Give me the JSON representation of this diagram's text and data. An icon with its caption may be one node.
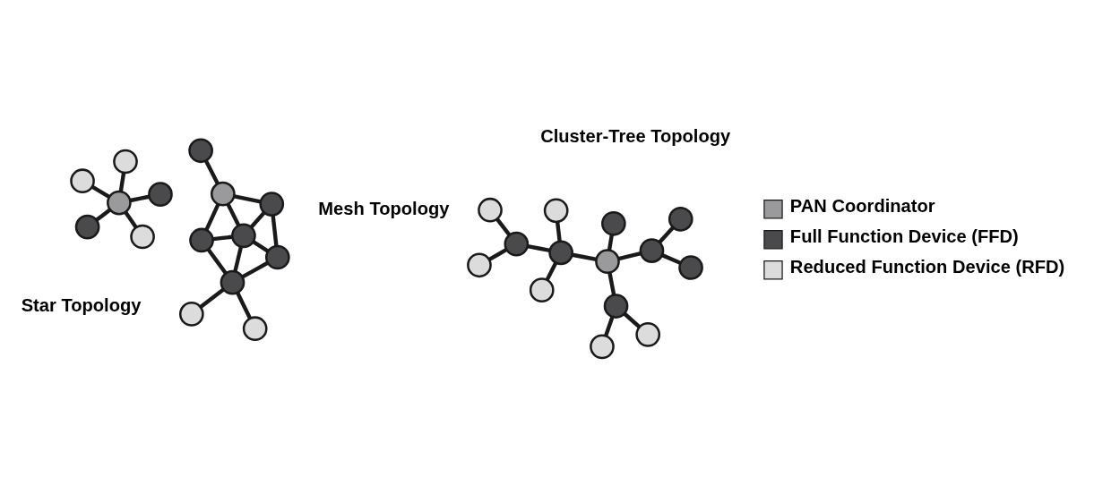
{
  "diagram": {
    "nodes": [
      {
        "text": [],
        "shape": "circle"
      },
      {
        "text": [],
        "shape": "circle"
      },
      {
        "text": [],
        "shape": "circle"
      },
      {
        "text": [],
        "shape": "circle"
      },
      {
        "text": [],
        "shape": "circle"
      },
      {
        "text": [],
        "shape": "circle"
      },
      {
        "text": [],
        "shape": "circle"
      },
      {
        "text": [],
        "shape": "circle"
      },
      {
        "text": [],
        "shape": "circle"
      },
      {
        "text": [],
        "shape": "circle"
      },
      {
        "text": [],
        "shape": "circle"
      },
      {
        "text": [],
        "shape": "circle"
      },
      {
        "text": [],
        "shape": "circle"
      },
      {
        "text": [],
        "shape": "circle"
      },
      {
        "text": [],
        "shape": "circle"
      },
      {
        "text": [],
        "shape": "circle"
      },
      {
        "text": [],
        "shape": "circle"
      },
      {
        "text": [],
        "shape": "circle"
      },
      {
        "text": [],
        "shape": "circle"
      },
      {
        "text": [],
        "shape": "circle"
      },
      {
        "text": [],
        "shape": "circle"
      },
      {
        "text": [],
        "shape": "circle"
      },
      {
        "text": [],
        "shape": "circle"
      },
      {
        "text": [],
        "shape": "circle"
      },
      {
        "text": [],
        "shape": "circle"
      },
      {
        "text": [],
        "shape": "circle"
      },
      {
        "text": [],
        "shape": "circle"
      },
      {
        "text": [],
        "shape": "circle"
      },
      {
        "text": [],
        "shape": "circle"
      }
    ],
    "edges": [
      {
        "from": 2,
        "to": 0,
        "arrow": "none"
      },
      {
        "from": 2,
        "to": 1,
        "arrow": "none"
      },
      {
        "from": 2,
        "to": 3,
        "arrow": "none"
      },
      {
        "from": 2,
        "to": 4,
        "arrow": "none"
      },
      {
        "from": 2,
        "to": 5,
        "arrow": "none"
      },
      {
        "from": 6,
        "to": 8,
        "arrow": "none"
      },
      {
        "from": 8,
        "to": 7,
        "arrow": "none"
      },
      {
        "from": 8,
        "to": 9,
        "arrow": "none"
      },
      {
        "from": 8,
        "to": 10,
        "arrow": "none"
      },
      {
        "from": 7,
        "to": 9,
        "arrow": "none"
      },
      {
        "from": 7,
        "to": 11,
        "arrow": "none"
      },
      {
        "from": 9,
        "to": 10,
        "arrow": "none"
      },
      {
        "from": 9,
        "to": 13,
        "arrow": "none"
      },
      {
        "from": 9,
        "to": 11,
        "arrow": "none"
      },
      {
        "from": 10,
        "to": 13,
        "arrow": "none"
      },
      {
        "from": 13,
        "to": 11,
        "arrow": "none"
      },
      {
        "from": 11,
        "to": 12,
        "arrow": "none"
      },
      {
        "from": 11,
        "to": 14,
        "arrow": "none"
      },
      {
        "from": 15,
        "to": 18,
        "arrow": "none"
      },
      {
        "from": 20,
        "to": 18,
        "arrow": "none"
      },
      {
        "from": 18,
        "to": 21,
        "arrow": "none"
      },
      {
        "from": 16,
        "to": 21,
        "arrow": "none"
      },
      {
        "from": 17,
        "to": 21,
        "arrow": "none"
      },
      {
        "from": 21,
        "to": 22,
        "arrow": "none"
      },
      {
        "from": 19,
        "to": 22,
        "arrow": "none"
      },
      {
        "from": 22,
        "to": 25,
        "arrow": "none"
      },
      {
        "from": 23,
        "to": 25,
        "arrow": "none"
      },
      {
        "from": 25,
        "to": 28,
        "arrow": "none"
      },
      {
        "from": 22,
        "to": 24,
        "arrow": "none"
      },
      {
        "from": 24,
        "to": 27,
        "arrow": "none"
      },
      {
        "from": 24,
        "to": 26,
        "arrow": "none"
      }
    ],
    "labels": [
      "Star Topology",
      "Mesh Topology",
      "Cluster-Tree Topology"
    ],
    "legend": [
      {
        "text": "PAN Coordinator",
        "color": "#9a9a9c"
      },
      {
        "text": "Full Function Device (FFD)",
        "color": "#4a4a4d"
      },
      {
        "text": "Reduced Function Device (RFD)",
        "color": "#dcdcdc"
      }
    ]
  }
}
